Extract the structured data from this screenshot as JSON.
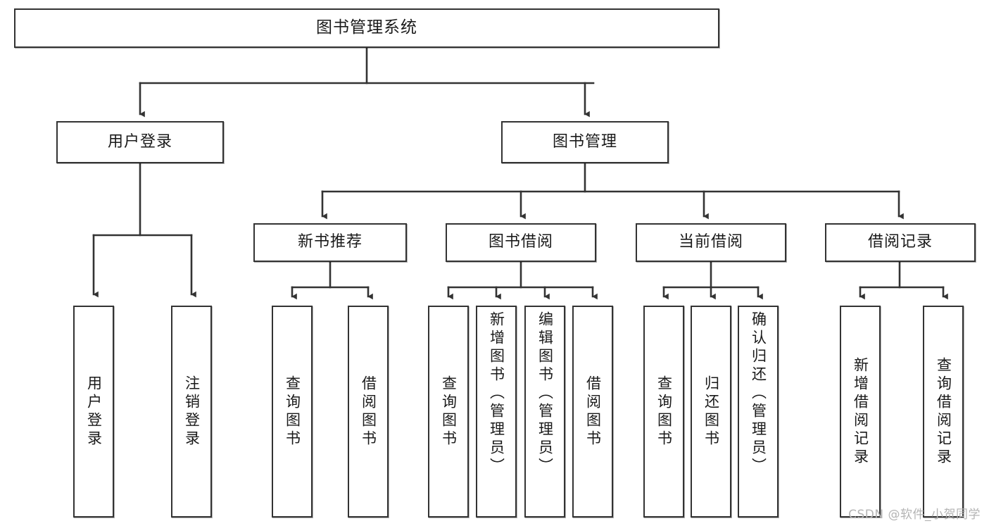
{
  "diagram": {
    "type": "tree-hierarchy",
    "title": "图书管理系统",
    "root": {
      "id": "root",
      "label": "图书管理系统"
    },
    "level2": [
      {
        "id": "user-login",
        "label": "用户登录"
      },
      {
        "id": "book-manage",
        "label": "图书管理"
      }
    ],
    "level3": [
      {
        "id": "new-book-rec",
        "label": "新书推荐",
        "parent": "book-manage"
      },
      {
        "id": "book-borrow",
        "label": "图书借阅",
        "parent": "book-manage"
      },
      {
        "id": "current-borrow",
        "label": "当前借阅",
        "parent": "book-manage"
      },
      {
        "id": "borrow-record",
        "label": "借阅记录",
        "parent": "book-manage"
      }
    ],
    "leaves": [
      {
        "id": "leaf-user-login",
        "label": "用户登录",
        "parent": "user-login"
      },
      {
        "id": "leaf-logout",
        "label": "注销登录",
        "parent": "user-login"
      },
      {
        "id": "leaf-query-book-1",
        "label": "查询图书",
        "parent": "new-book-rec"
      },
      {
        "id": "leaf-borrow-book-1",
        "label": "借阅图书",
        "parent": "new-book-rec"
      },
      {
        "id": "leaf-query-book-2",
        "label": "查询图书",
        "parent": "book-borrow"
      },
      {
        "id": "leaf-add-book",
        "label": "新增图书（管理员）",
        "parent": "book-borrow"
      },
      {
        "id": "leaf-edit-book",
        "label": "编辑图书（管理员）",
        "parent": "book-borrow"
      },
      {
        "id": "leaf-borrow-book-2",
        "label": "借阅图书",
        "parent": "book-borrow"
      },
      {
        "id": "leaf-query-book-3",
        "label": "查询图书",
        "parent": "current-borrow"
      },
      {
        "id": "leaf-return-book",
        "label": "归还图书",
        "parent": "current-borrow"
      },
      {
        "id": "leaf-confirm-return",
        "label": "确认归还（管理员）",
        "parent": "current-borrow"
      },
      {
        "id": "leaf-add-record",
        "label": "新增借阅记录",
        "parent": "borrow-record"
      },
      {
        "id": "leaf-query-record",
        "label": "查询借阅记录",
        "parent": "borrow-record"
      }
    ],
    "watermark": "CSDN @软件_小贺同学",
    "colors": {
      "box_border": "#333333",
      "box_fill": "#ffffff",
      "connector": "#333333",
      "text": "#1a1a1a",
      "watermark": "#b4b4b4",
      "background": "#ffffff"
    }
  }
}
